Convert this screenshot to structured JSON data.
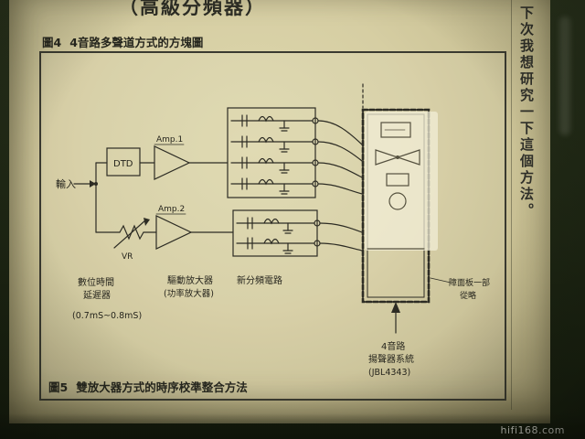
{
  "page": {
    "header_partial": "（高級分頻器）",
    "margin_note": "下次我想研究一下這個方法。",
    "watermark": "hifi168.com"
  },
  "figure4": {
    "label": "圖4",
    "title": "4音路多聲道方式的方塊圖"
  },
  "figure5": {
    "label": "圖5",
    "title": "雙放大器方式的時序校準整合方法"
  },
  "diagram": {
    "input": "輸入",
    "dtd": "DTD",
    "amp1": "Amp.1",
    "amp2": "Amp.2",
    "vr": "VR",
    "delay_line1": "數位時間",
    "delay_line2": "延遲器",
    "delay_line3": "(0.7mS~0.8mS)",
    "driver_line1": "驅動放大器",
    "driver_line2": "(功率放大器)",
    "crossover": "新分頻電路",
    "speaker_line1": "4音路",
    "speaker_line2": "揚聲器系統",
    "speaker_line3": "(JBL4343)",
    "note_line1": "障面板一部",
    "note_line2": "從略"
  }
}
